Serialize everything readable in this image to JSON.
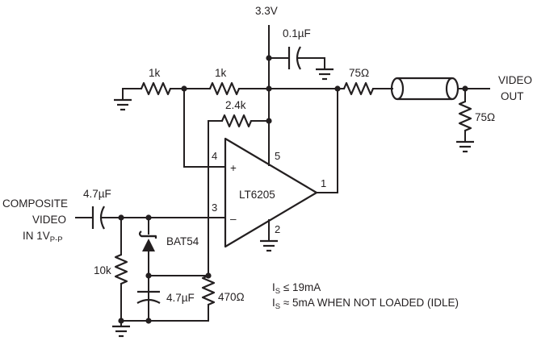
{
  "supply": {
    "label": "3.3V"
  },
  "bypass_cap": {
    "label": "0.1µF"
  },
  "r_ground": {
    "label": "1k"
  },
  "r_feedback": {
    "label": "1k"
  },
  "r_bias": {
    "label": "2.4k"
  },
  "r_back_term": {
    "label": "75Ω"
  },
  "r_load": {
    "label": "75Ω"
  },
  "video_out": {
    "line1": "VIDEO",
    "line2": "OUT"
  },
  "input": {
    "line1": "COMPOSITE",
    "line2": "VIDEO",
    "line3_main": "IN 1V",
    "line3_sub": "P-P"
  },
  "input_cap": {
    "label": "4.7µF"
  },
  "r_input": {
    "label": "10k"
  },
  "diode": {
    "label": "BAT54"
  },
  "filter_cap": {
    "label": "4.7µF"
  },
  "r_pulldown": {
    "label": "470Ω"
  },
  "opamp": {
    "label": "LT6205",
    "plus": "+",
    "minus": "–",
    "pins": {
      "p4": "4",
      "p5": "5",
      "p3": "3",
      "p1": "1",
      "p2": "2"
    }
  },
  "notes": {
    "line1_prefix": "I",
    "line1_sub": "S",
    "line1_rest": " ≤ 19mA",
    "line2_prefix": "I",
    "line2_sub": "S",
    "line2_rest": " ≈ 5mA WHEN NOT LOADED (IDLE)"
  }
}
